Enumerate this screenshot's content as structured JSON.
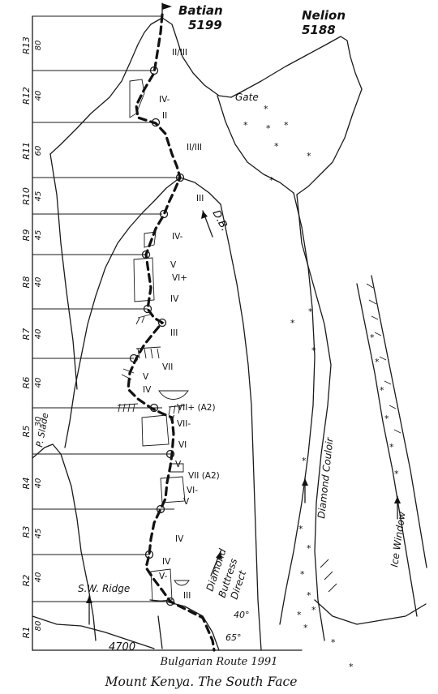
{
  "peaks": {
    "batian": {
      "name": "Batian",
      "elevation": "5199"
    },
    "nelion": {
      "name": "Nelion",
      "elevation": "5188"
    }
  },
  "base_elevation": "4700",
  "pitches": [
    {
      "id": "R1",
      "length": "80"
    },
    {
      "id": "R2",
      "length": "40"
    },
    {
      "id": "R3",
      "length": "45"
    },
    {
      "id": "R4",
      "length": "40"
    },
    {
      "id": "R5",
      "length": "30"
    },
    {
      "id": "R6",
      "length": "40"
    },
    {
      "id": "R7",
      "length": "40"
    },
    {
      "id": "R8",
      "length": "40"
    },
    {
      "id": "R9",
      "length": "45"
    },
    {
      "id": "R10",
      "length": "45"
    },
    {
      "id": "R11",
      "length": "60"
    },
    {
      "id": "R12",
      "length": "40"
    },
    {
      "id": "R13",
      "length": "80"
    }
  ],
  "grades": [
    "II/III",
    "IV-",
    "II",
    "II/III",
    "III",
    "IV-",
    "V",
    "VI+",
    "IV",
    "III",
    "V",
    "VII",
    "IV",
    "V",
    "VII+ (A2)",
    "VII-",
    "VI",
    "V",
    "VII (A2)",
    "VI-",
    "V",
    "IV",
    "IV",
    "V-",
    "III"
  ],
  "labels": {
    "gate": "Gate",
    "db": "D.B.",
    "p_slade": "P. Slade",
    "sw_ridge": "S.W. Ridge",
    "diamond_couloir": "Diamond Couloir",
    "ice_window": "Ice Window",
    "diamond_buttress_l1": "Diamond",
    "diamond_buttress_l2": "Buttress",
    "diamond_buttress_l3": "Direct",
    "angle_40": "40°",
    "angle_65": "65°"
  },
  "caption": {
    "route": "Bulgarian Route 1991",
    "title": "Mount Kenya. The South Face"
  }
}
